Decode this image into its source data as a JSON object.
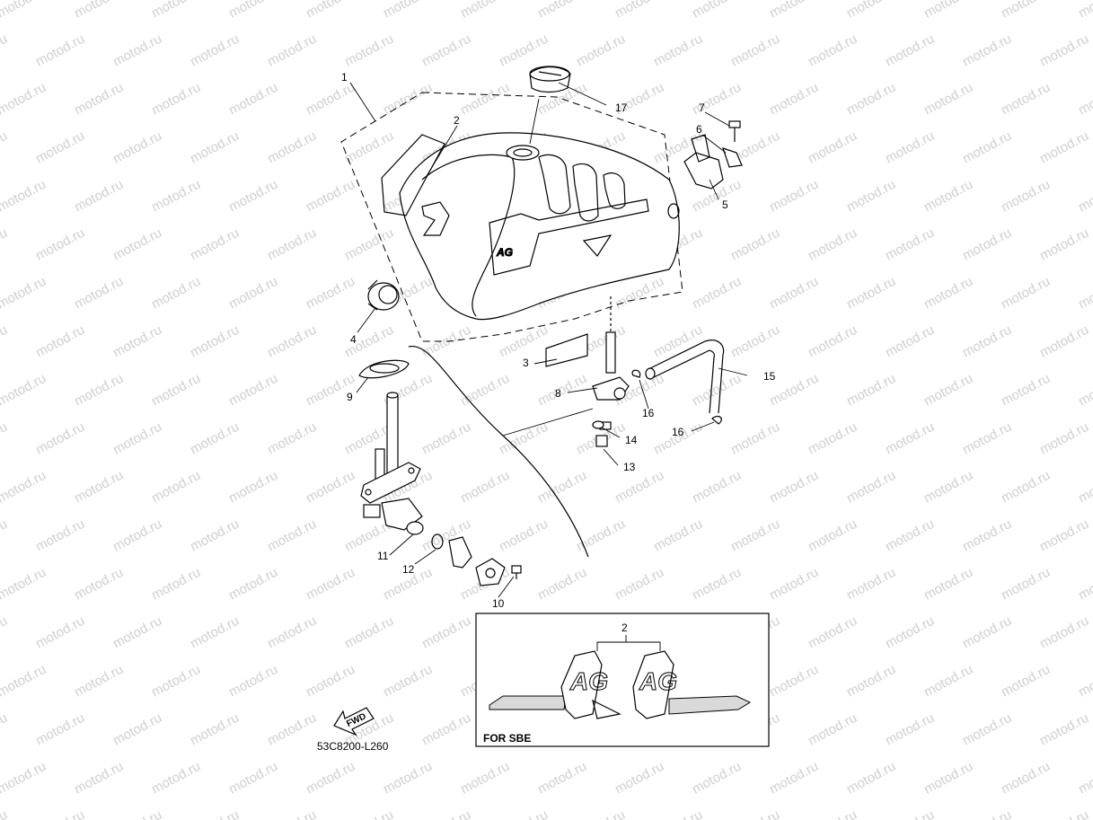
{
  "watermark": "motod.ru",
  "callouts": {
    "c1": "1",
    "c2": "2",
    "c3": "3",
    "c4": "4",
    "c5": "5",
    "c6": "6",
    "c7": "7",
    "c8": "8",
    "c9": "9",
    "c10": "10",
    "c11": "11",
    "c12": "12",
    "c13": "13",
    "c14": "14",
    "c15": "15",
    "c16a": "16",
    "c16b": "16",
    "c17": "17",
    "inset2": "2"
  },
  "inset": {
    "label": "FOR SBE"
  },
  "fwd": {
    "label": "FWD"
  },
  "diagram_code": "53C8200-L260",
  "decal_text": "AG"
}
